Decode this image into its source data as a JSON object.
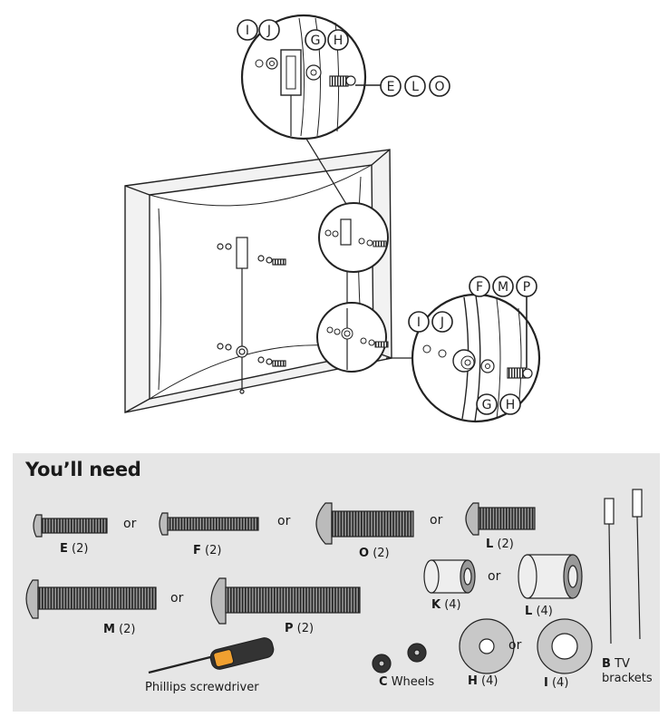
{
  "diagram": {
    "callouts": {
      "top_left": [
        "I",
        "J"
      ],
      "top_right": [
        "G",
        "H"
      ],
      "top_screw": [
        "E",
        "L",
        "O"
      ],
      "lower_left": [
        "I",
        "J"
      ],
      "lower_top": [
        "F",
        "M",
        "P"
      ],
      "lower_bottom": [
        "G",
        "H"
      ]
    }
  },
  "parts": {
    "title": "You’ll need",
    "or_label": "or",
    "items": {
      "E": {
        "letter": "E",
        "qty": "(2)"
      },
      "F": {
        "letter": "F",
        "qty": "(2)"
      },
      "O": {
        "letter": "O",
        "qty": "(2)"
      },
      "L1": {
        "letter": "L",
        "qty": "(2)"
      },
      "M": {
        "letter": "M",
        "qty": "(2)"
      },
      "P": {
        "letter": "P",
        "qty": "(2)"
      },
      "K": {
        "letter": "K",
        "qty": "(4)"
      },
      "L2": {
        "letter": "L",
        "qty": "(4)"
      },
      "C": {
        "letter": "C",
        "name": "Wheels"
      },
      "H": {
        "letter": "H",
        "qty": "(4)"
      },
      "I": {
        "letter": "I",
        "qty": "(4)"
      },
      "B": {
        "letter": "B",
        "name_line1": "TV",
        "name_line2": "brackets"
      },
      "screwdriver": {
        "name": "Phillips screwdriver"
      }
    }
  }
}
